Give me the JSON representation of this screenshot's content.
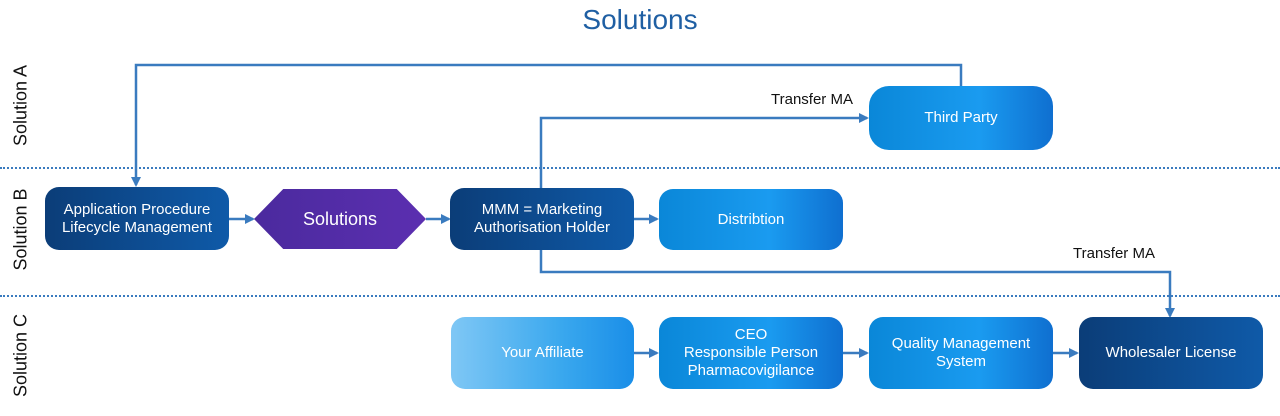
{
  "title": "Solutions",
  "lanes": [
    "Solution A",
    "Solution B",
    "Solution C"
  ],
  "nodes": {
    "third_party": "Third Party",
    "application": "Application Procedure\nLifecycle Management",
    "solutions": "Solutions",
    "mmm": "MMM = Marketing\nAuthorisation Holder",
    "distribution": "Distribtion",
    "affiliate": "Your Affiliate",
    "ceo": "CEO\nResponsible Person\nPharmacovigilance",
    "qms": "Quality Management\nSystem",
    "wholesaler": "Wholesaler License"
  },
  "edge_labels": {
    "transfer_top": "Transfer MA",
    "transfer_bottom": "Transfer MA"
  },
  "colors": {
    "title": "#1f5fa3",
    "connector": "#3a7bbf",
    "dark_box": "#0b3d78",
    "bright_box": "#1a9bf0",
    "light_box": "#7fc7f5",
    "hexagon": "#5b2fb0"
  }
}
